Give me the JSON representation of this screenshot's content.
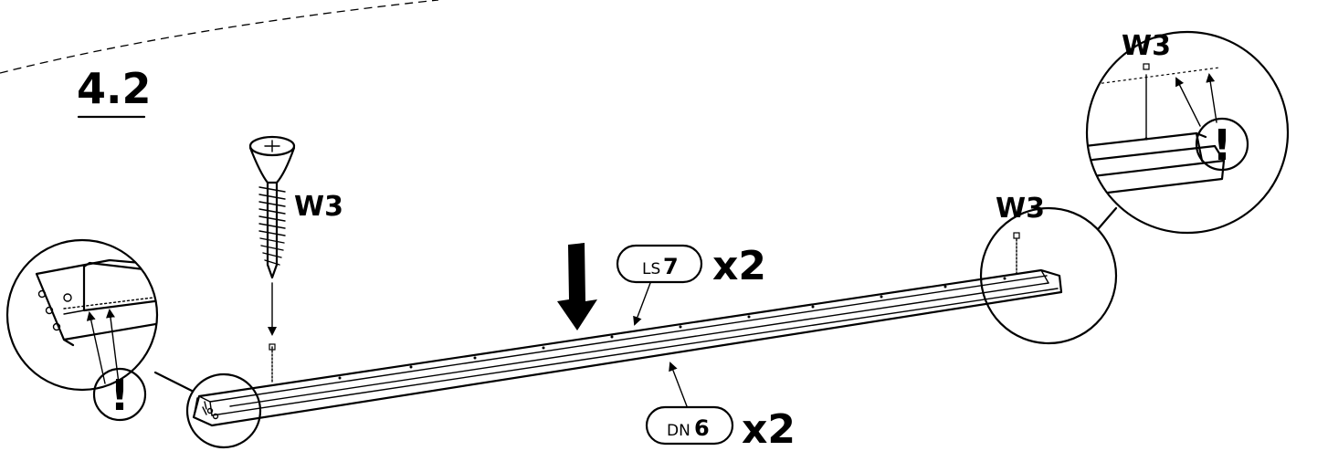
{
  "step_label": "4.2",
  "screw": {
    "label": "W3",
    "right_end_label": "W3",
    "detail_label": "W3"
  },
  "parts": [
    {
      "prefix": "LS",
      "number": "7",
      "quantity": "x2"
    },
    {
      "prefix": "DN",
      "number": "6",
      "quantity": "x2"
    }
  ],
  "warnings": [
    {
      "symbol": "!"
    },
    {
      "symbol": "!"
    }
  ],
  "colors": {
    "ink": "#000000",
    "paper": "#ffffff"
  }
}
